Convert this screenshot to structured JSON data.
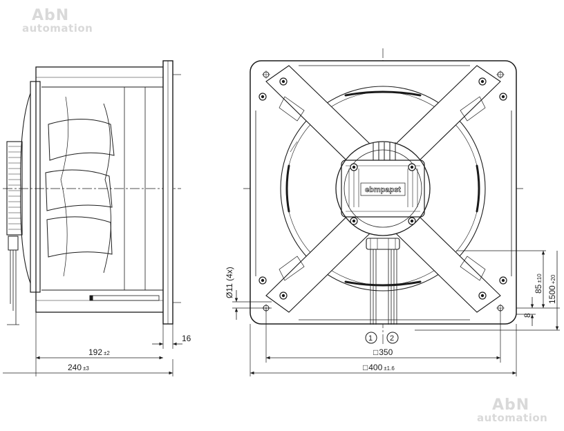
{
  "watermark": {
    "line1": "AbN",
    "line2": "automation"
  },
  "side_view": {
    "dim_depth_inner": "192",
    "dim_depth_inner_tol": "±2",
    "dim_depth_total": "240",
    "dim_depth_total_tol": "±3",
    "dim_flange": "16"
  },
  "front_view": {
    "brand_label": "ebmpapst",
    "hole_dim": "Ø11 (4x)",
    "dim_hole_spacing": "350",
    "dim_outer": "400",
    "dim_outer_tol": "±1.6",
    "dim_cable_offset": "85",
    "dim_cable_offset_tol": "±10",
    "dim_cable_length": "1500",
    "dim_cable_length_tol": "+20",
    "dim_8": "8",
    "square_symbol": "□",
    "cable_callout_1": "1",
    "cable_callout_2": "2"
  },
  "colors": {
    "line": "#1a1a1a",
    "watermark": "#d9d9d9"
  }
}
